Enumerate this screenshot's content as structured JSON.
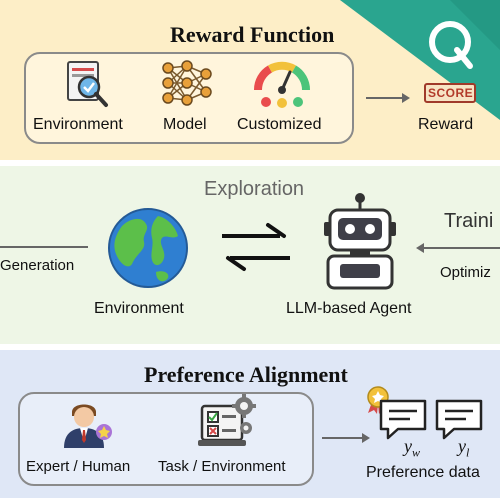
{
  "reward": {
    "title": "Reward Function",
    "items": [
      "Environment",
      "Model",
      "Customized"
    ],
    "output_label": "Reward",
    "score_text": "SCORE"
  },
  "exploration": {
    "title": "Exploration",
    "left_label": "Generation",
    "environment_label": "Environment",
    "agent_label": "LLM-based Agent",
    "right_title": "Traini",
    "right_label": "Optimiz"
  },
  "preference": {
    "title": "Preference Alignment",
    "items": [
      "Expert / Human",
      "Task / Environment"
    ],
    "output_label": "Preference data",
    "yw": "y",
    "yw_sub": "w",
    "yl": "y",
    "yl_sub": "l"
  },
  "colors": {
    "reward_bg": "#fdeec7",
    "exploration_bg": "#eef6e6",
    "preference_bg": "#dfe7f6",
    "logo_teal": "#2aa58f"
  },
  "icons": [
    "document-check-icon",
    "neural-network-icon",
    "gauge-icon",
    "score-board-icon",
    "globe-icon",
    "bidirectional-arrows-icon",
    "robot-icon",
    "expert-person-icon",
    "task-checklist-gear-icon",
    "chat-bubble-icon",
    "award-badge-icon",
    "logo-q-icon"
  ]
}
